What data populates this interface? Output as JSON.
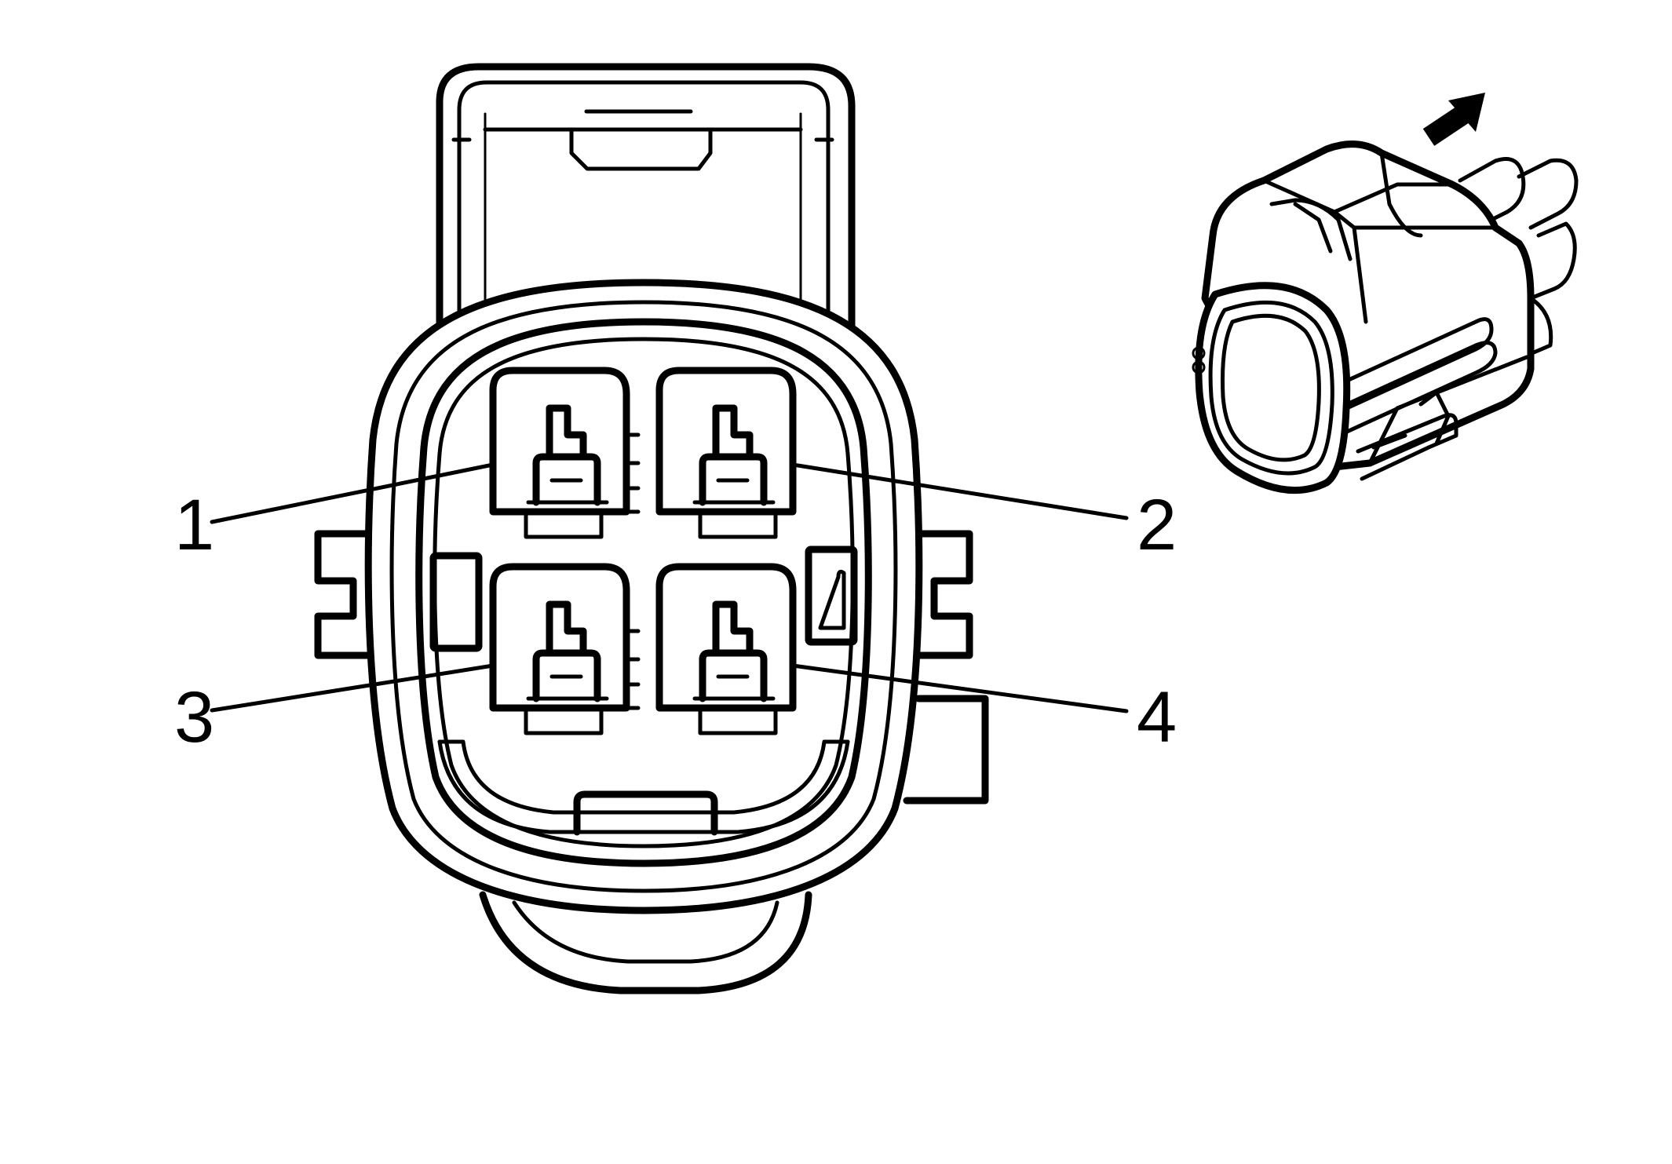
{
  "diagram": {
    "pins": [
      {
        "label": "1"
      },
      {
        "label": "2"
      },
      {
        "label": "3"
      },
      {
        "label": "4"
      }
    ],
    "line_color": "#000000",
    "background": "#ffffff",
    "arrow_icon": "arrow-up-right-icon"
  }
}
